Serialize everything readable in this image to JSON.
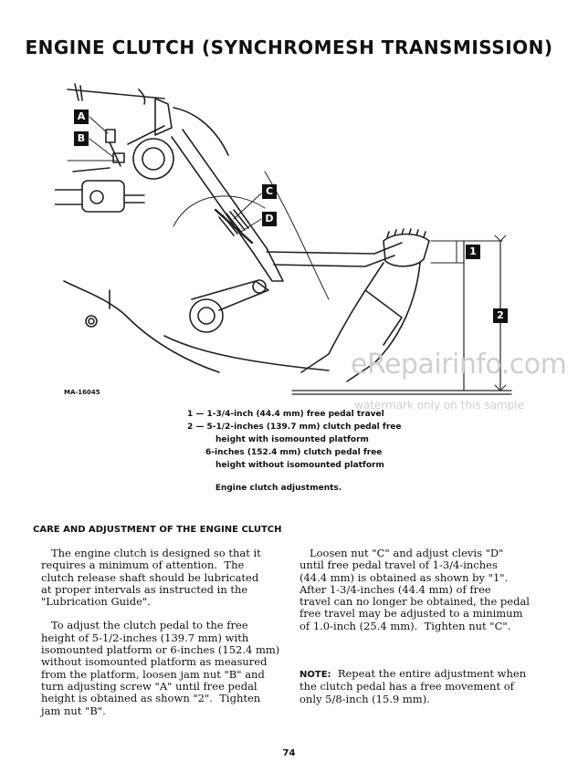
{
  "title": "ENGINE CLUTCH (SYNCHROMESH TRANSMISSION)",
  "figure": {
    "id": "MA-16045",
    "callouts": {
      "a": "A",
      "b": "B",
      "c": "C",
      "d": "D",
      "one": "1",
      "two": "2"
    },
    "legend": [
      "1 — 1-3/4-inch (44.4 mm) free pedal travel",
      "2 — 5-1/2-inches (139.7 mm) clutch pedal free",
      "height with isomounted platform",
      "6-inches (152.4 mm) clutch pedal free",
      "height without isomounted platform"
    ],
    "caption": "Engine clutch adjustments."
  },
  "watermark": {
    "main": "eRepairinfo.com",
    "sub": "watermark only on this sample"
  },
  "section_heading": "CARE AND ADJUSTMENT OF THE ENGINE CLUTCH",
  "left_column": {
    "para1": [
      "   The engine clutch is designed so that it",
      "requires a minimum of attention.  The",
      "clutch release shaft should be lubricated",
      "at proper intervals as instructed in the",
      "\"Lubrication Guide\"."
    ],
    "para2": [
      "   To adjust the clutch pedal to the free",
      "height of 5-1/2-inches (139.7 mm) with",
      "isomounted platform or 6-inches (152.4 mm)",
      "without isomounted platform as measured",
      "from the platform, loosen jam nut \"B\" and",
      "turn adjusting screw \"A\" until free pedal",
      "height is obtained as shown \"2\".  Tighten",
      "jam nut \"B\"."
    ]
  },
  "right_column": {
    "para1": [
      "   Loosen nut \"C\" and adjust clevis \"D\"",
      "until free pedal travel of 1-3/4-inches",
      "(44.4 mm) is obtained as shown by \"1\".",
      "After 1-3/4-inches (44.4 mm) of free",
      "travel can no longer be obtained, the pedal",
      "free travel may be adjusted to a minimum",
      "of 1.0-inch (25.4 mm).  Tighten nut \"C\"."
    ],
    "note_label": "NOTE:",
    "note_lines": [
      "  Repeat the entire adjustment when",
      "the clutch pedal has a free movement of",
      "only 5/8-inch (15.9 mm)."
    ]
  },
  "page_number": "74"
}
